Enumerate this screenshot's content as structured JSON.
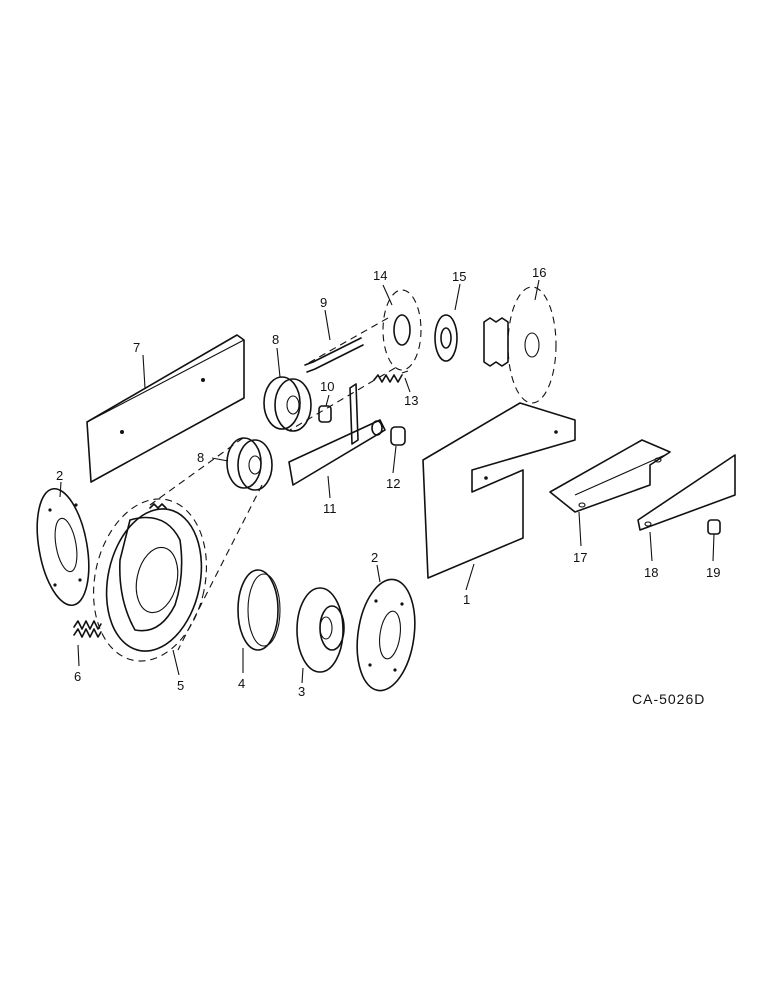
{
  "callouts": [
    "1",
    "2",
    "2",
    "3",
    "4",
    "5",
    "6",
    "7",
    "8",
    "8",
    "9",
    "10",
    "11",
    "12",
    "13",
    "14",
    "15",
    "16",
    "17",
    "18",
    "19"
  ],
  "drawing_code": "CA-5026D"
}
